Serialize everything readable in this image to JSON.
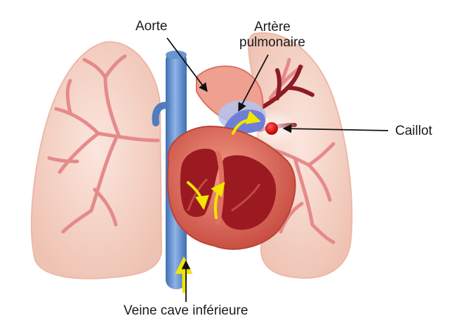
{
  "labels": {
    "aorte": "Aorte",
    "artere_line1": "Artère",
    "artere_line2": "pulmonaire",
    "caillot": "Caillot",
    "veine_cave": "Veine cave inférieure"
  },
  "colors": {
    "lung": "#f7d9cf",
    "lung_edge": "#ecb9a8",
    "bronchi": "#e58a8a",
    "vein_blue": "#5d89c9",
    "heart_outer": "#e07060",
    "heart_inner": "#9b1a22",
    "clot": "#e00000",
    "flow_arrow": "#f2e600",
    "pointer": "#111111"
  }
}
